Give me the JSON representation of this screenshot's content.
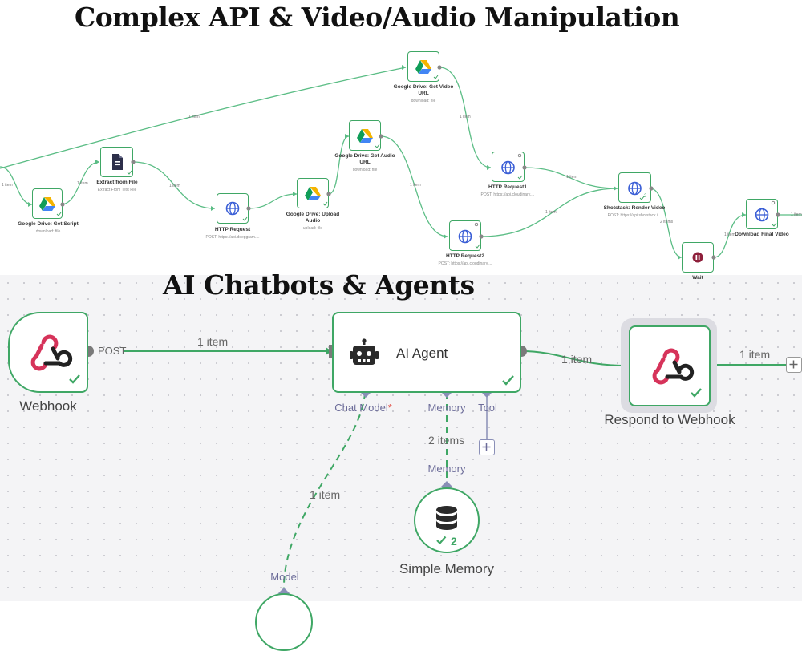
{
  "titles": {
    "top": "Complex API & Video/Audio Manipulation",
    "bottom": "AI Chatbots & Agents"
  },
  "colors": {
    "node_border": "#3fa765",
    "edge": "#5bbd85",
    "handle": "#8a8fb7",
    "google_blue": "#4285f4",
    "google_green": "#0f9d58",
    "google_yellow": "#f4b400",
    "http_blue": "#3b5fd6",
    "wait_red": "#8e1f3b",
    "webhook_red": "#d6335a"
  },
  "workflow1": {
    "nodes": {
      "get_script": {
        "label": "Google Drive: Get Script",
        "sub": "download: file",
        "icon": "google-drive-icon"
      },
      "extract": {
        "label": "Extract from File",
        "sub": "Extract From Text File",
        "icon": "file-icon"
      },
      "http_request": {
        "label": "HTTP Request",
        "sub": "POST: https://api.deepgram....",
        "icon": "globe-icon"
      },
      "upload_audio": {
        "label_l1": "Google Drive: Upload",
        "label_l2": "Audio",
        "sub": "upload: file",
        "icon": "google-drive-icon"
      },
      "get_audio_url": {
        "label_l1": "Google Drive: Get Audio",
        "label_l2": "URL",
        "sub": "download: file",
        "icon": "google-drive-icon"
      },
      "get_video_url": {
        "label_l1": "Google Drive: Get Video",
        "label_l2": "URL",
        "sub": "download: file",
        "icon": "google-drive-icon"
      },
      "http_request1": {
        "label": "HTTP Request1",
        "sub": "POST: https://api.cloudinary....",
        "icon": "globe-icon"
      },
      "http_request2": {
        "label": "HTTP Request2",
        "sub": "POST: https://api.cloudinary....",
        "icon": "globe-icon"
      },
      "shotstack": {
        "label": "Shotstack: Render Video",
        "sub": "POST: https://api.shotstack.i...",
        "badge": "2",
        "icon": "globe-icon"
      },
      "wait": {
        "label": "Wait",
        "icon": "pause-icon"
      },
      "download_final": {
        "label": "Download Final Video",
        "icon": "globe-icon"
      }
    },
    "edges": {
      "e_in": "1 item",
      "e_script_extract": "1 item",
      "e_extract_http": "1 item",
      "e_long": "1 item",
      "e_audio_http2": "1 item",
      "e_video_http1": "1 item",
      "e_http1_shot": "1 item",
      "e_http2_shot": "1 item",
      "e_shot_wait": "2 items",
      "e_wait_dl": "1 item",
      "e_out": "1 item"
    }
  },
  "workflow2": {
    "webhook": {
      "name": "Webhook",
      "method": "POST",
      "icon": "webhook-icon"
    },
    "agent": {
      "name": "AI Agent",
      "icon": "robot-icon"
    },
    "respond": {
      "name": "Respond to Webhook",
      "icon": "webhook-icon"
    },
    "memory": {
      "name": "Simple Memory",
      "badge": "2",
      "icon": "database-icon"
    },
    "ports": {
      "chat_model": "Chat Model",
      "chat_model_req": "*",
      "memory": "Memory",
      "tool": "Tool",
      "memory_in": "Memory",
      "model_in": "Model"
    },
    "edges": {
      "webhook_agent": "1 item",
      "agent_respond": "1 item",
      "respond_out": "1 item",
      "memory_link": "2 items",
      "model_link": "1 item"
    }
  }
}
